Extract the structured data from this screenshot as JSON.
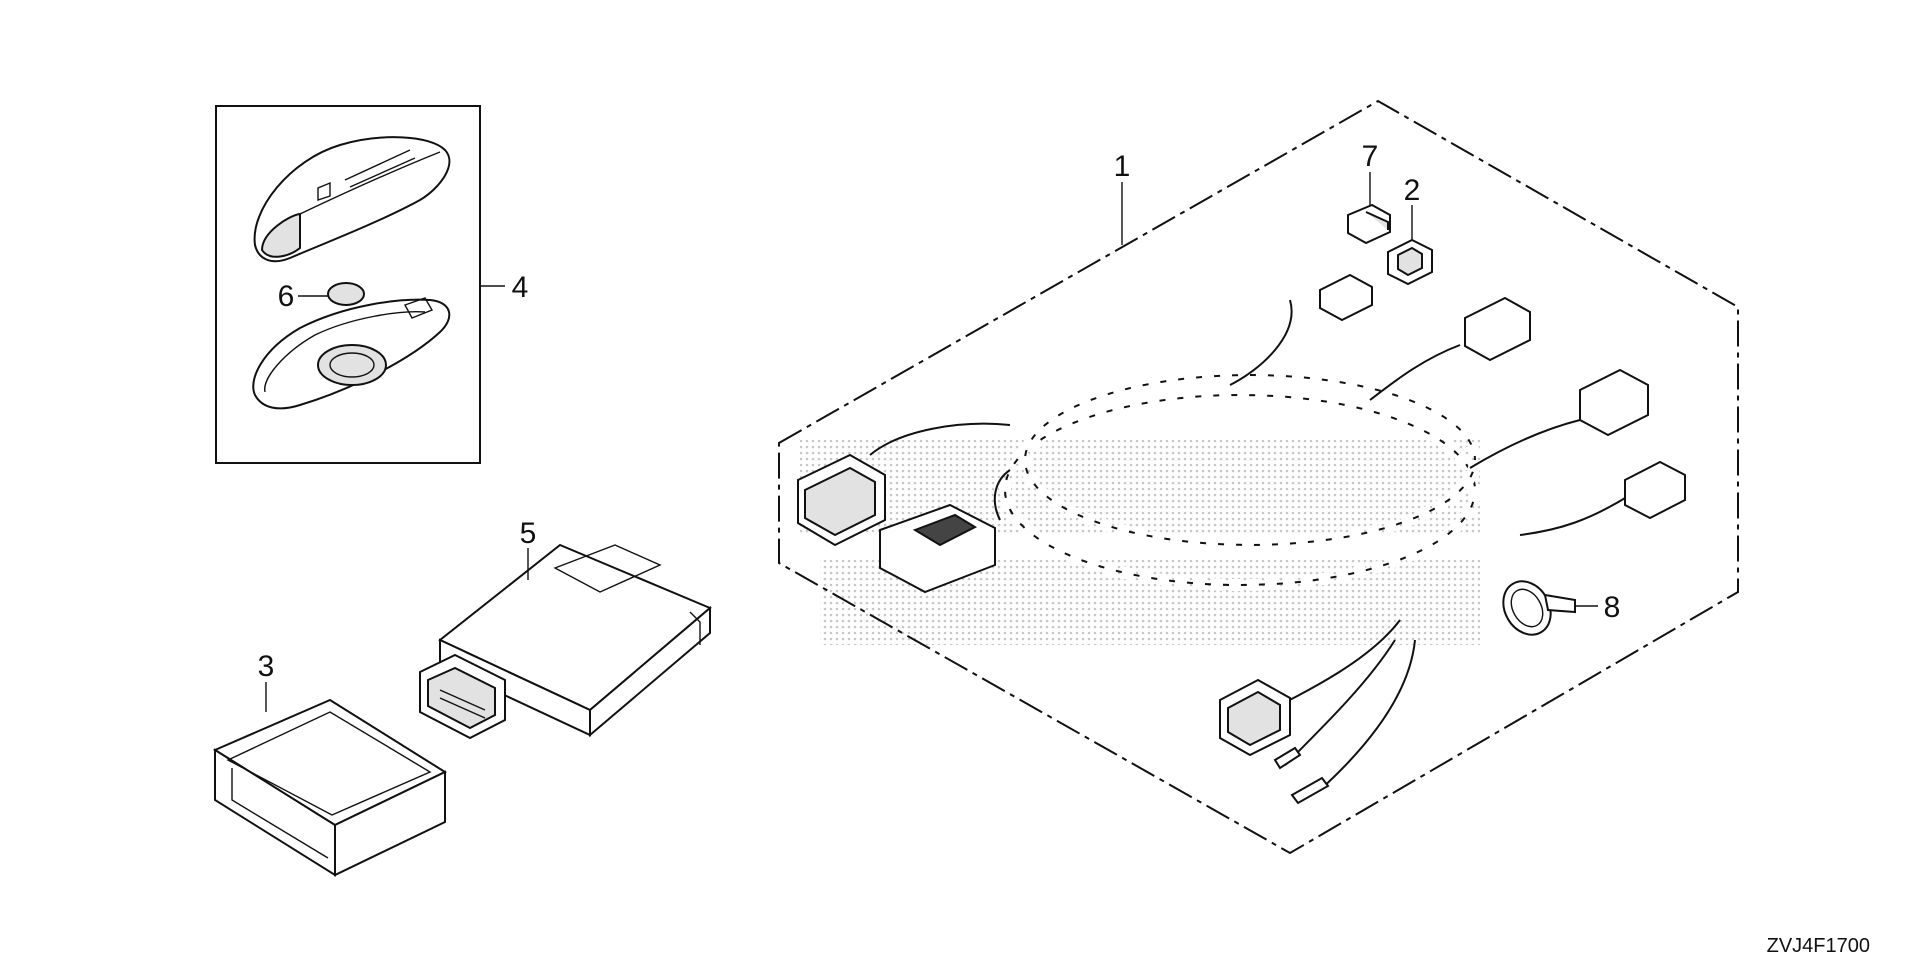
{
  "callouts": {
    "harness": "1",
    "cap": "2",
    "cover_case": "3",
    "fob_assembly": "4",
    "control_unit": "5",
    "battery": "6",
    "clip": "7",
    "band": "8"
  },
  "diagram_code": "ZVJ4F1700"
}
